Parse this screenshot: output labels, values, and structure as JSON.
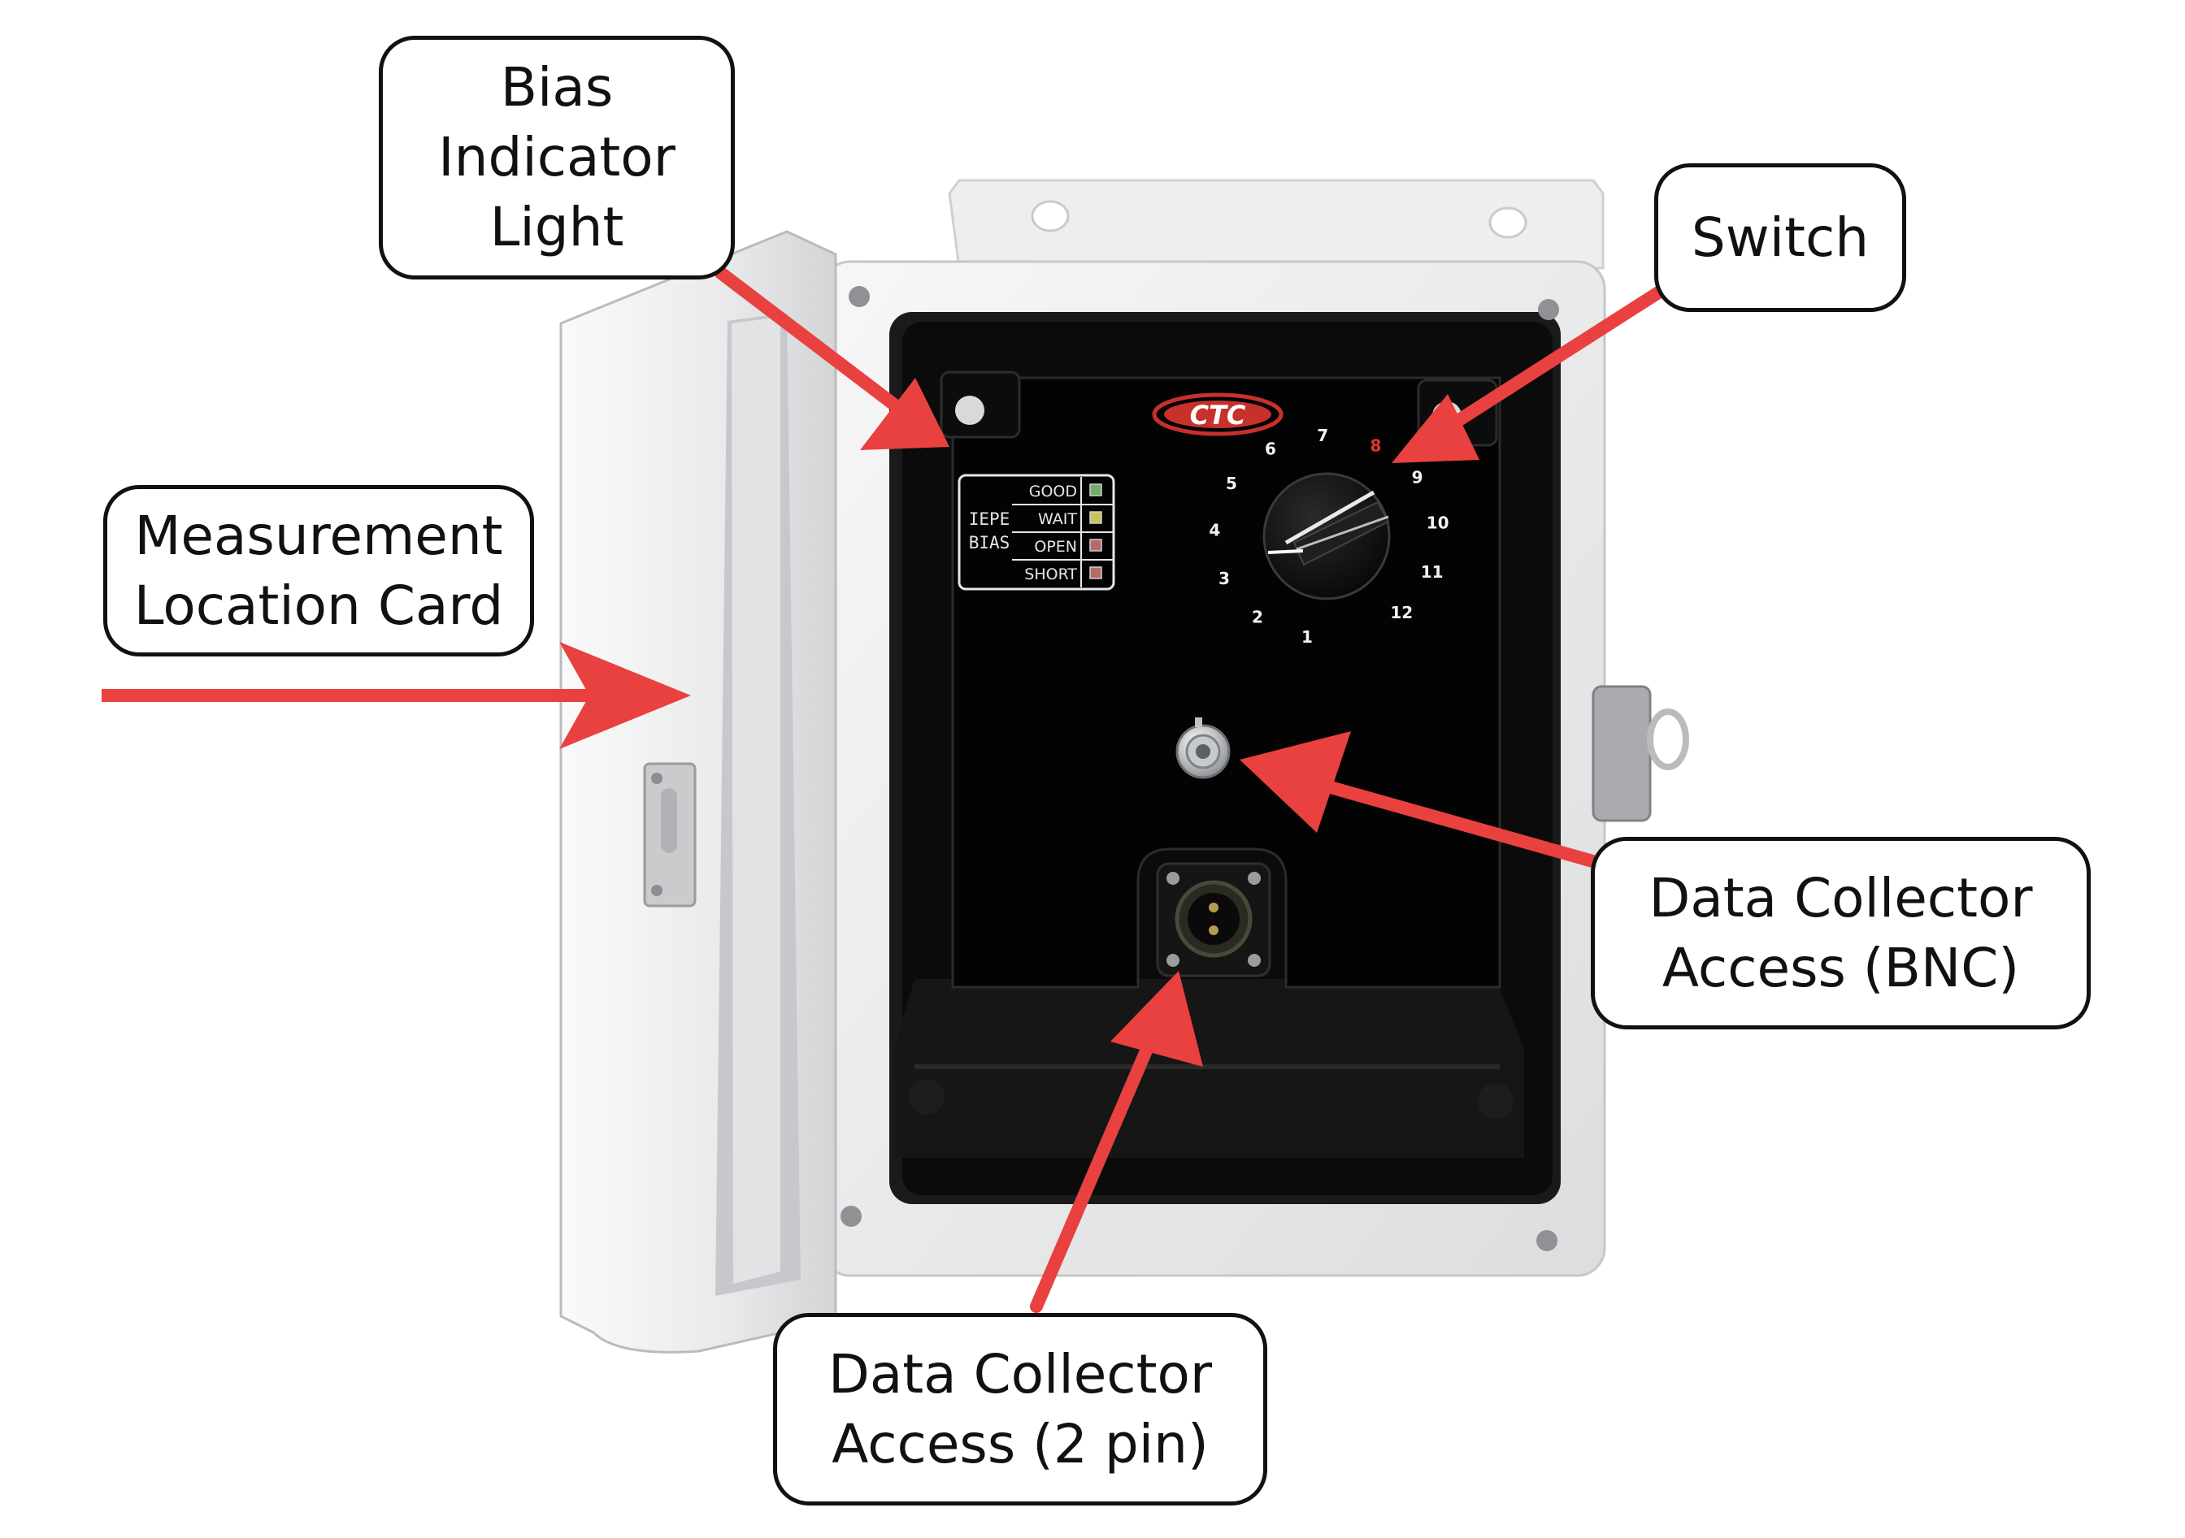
{
  "callouts": {
    "bias": {
      "lines": [
        "Bias",
        "Indicator",
        "Light"
      ]
    },
    "switch": {
      "lines": [
        "Switch"
      ]
    },
    "card": {
      "lines": [
        "Measurement",
        "Location Card"
      ]
    },
    "bnc": {
      "lines": [
        "Data Collector",
        "Access (BNC)"
      ]
    },
    "pin": {
      "lines": [
        "Data Collector",
        "Access (2 pin)"
      ]
    }
  },
  "device": {
    "logo": "CTC",
    "bias_panel": {
      "label_lines": [
        "IEPE",
        "BIAS"
      ],
      "indicators": [
        {
          "label": "GOOD",
          "color": "#6fae6a"
        },
        {
          "label": "WAIT",
          "color": "#c9c45a"
        },
        {
          "label": "OPEN",
          "color": "#b86a6a"
        },
        {
          "label": "SHORT",
          "color": "#b86a6a"
        }
      ]
    },
    "dial_numbers": [
      "1",
      "2",
      "3",
      "4",
      "5",
      "6",
      "7",
      "8",
      "9",
      "10",
      "11",
      "12"
    ],
    "selected_position": "8"
  },
  "colors": {
    "arrow": "#e8413f",
    "enclosure": "#f1f2f2",
    "panel": "#050505",
    "selected_number": "#e2352f"
  }
}
